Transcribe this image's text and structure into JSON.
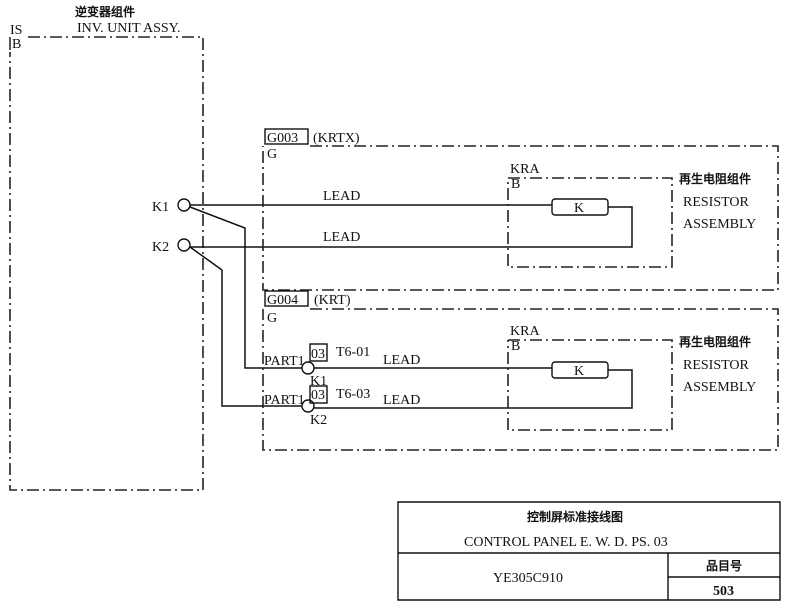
{
  "inverter": {
    "title_cn": "逆变器组件",
    "title_en": "INV.  UNIT ASSY.",
    "code": "IS",
    "sub": "B",
    "k1": "K1",
    "k2": "K2"
  },
  "group1": {
    "code": "G003",
    "name": "(KRTX)",
    "sub": "G",
    "lead1": "LEAD",
    "lead2": "LEAD",
    "resistor": {
      "code": "KRA",
      "sub": "B",
      "symbol": "K",
      "name_cn": "再生电阻组件",
      "name_en1": "RESISTOR",
      "name_en2": "ASSEMBLY"
    }
  },
  "group2": {
    "code": "G004",
    "name": "(KRT)",
    "sub": "G",
    "terminal1": {
      "part": "PART1",
      "box": "03",
      "ref": "T6-01",
      "lead": "LEAD",
      "k": "K1"
    },
    "terminal2": {
      "part": "PART1",
      "box": "03",
      "ref": "T6-03",
      "lead": "LEAD",
      "k": "K2"
    },
    "resistor": {
      "code": "KRA",
      "sub": "B",
      "symbol": "K",
      "name_cn": "再生电阻组件",
      "name_en1": "RESISTOR",
      "name_en2": "ASSEMBLY"
    }
  },
  "title_block": {
    "title_cn": "控制屏标准接线图",
    "title_en": "CONTROL PANEL E. W. D. PS. 03",
    "drawing_no": "YE305C910",
    "item_label": "品目号",
    "item_no": "503"
  }
}
